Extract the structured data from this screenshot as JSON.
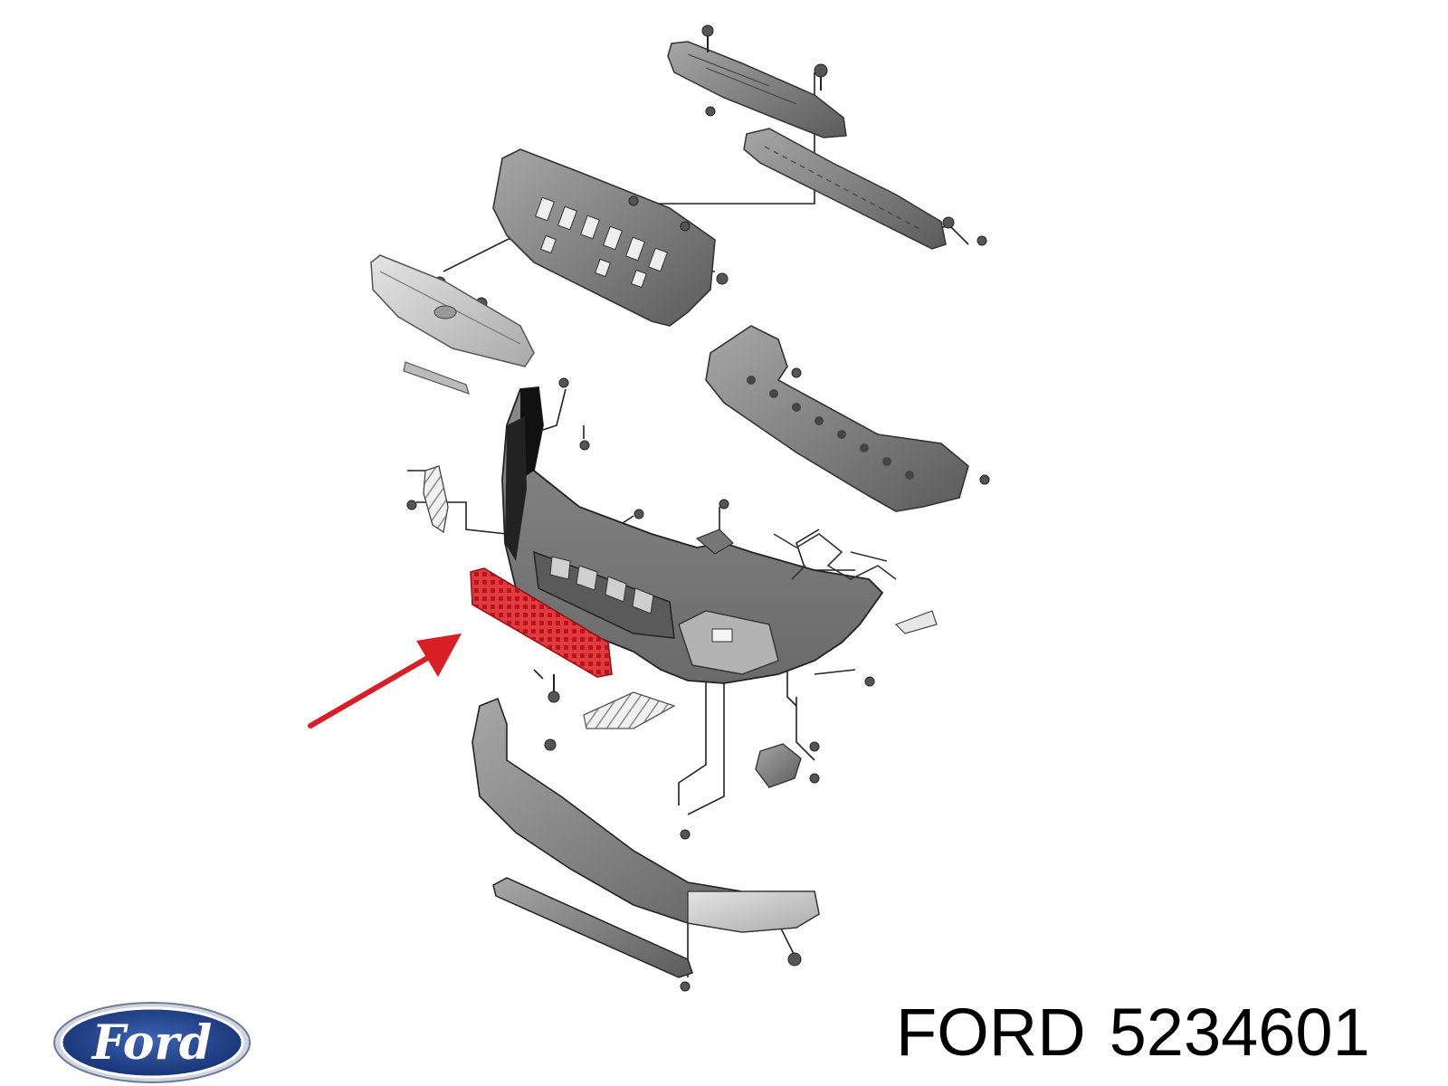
{
  "brand": {
    "logo_text": "Ford",
    "logo_colors": {
      "oval": "#1d3e8c",
      "rim": "#b9c2d1",
      "text": "#ffffff"
    }
  },
  "part": {
    "maker": "FORD",
    "number": "5234601"
  },
  "diagram": {
    "highlight_color": "#d81f26",
    "arrow_color": "#d81f26",
    "part_color": "#7a7a7a",
    "line_color": "#222222"
  }
}
